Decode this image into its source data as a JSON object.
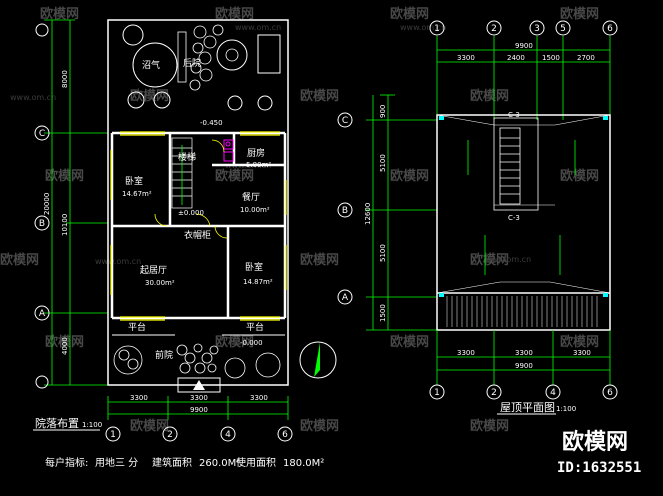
{
  "watermark": {
    "text": "欧模网",
    "url": "www.om.cn"
  },
  "brand": {
    "name": "欧模网",
    "id": "ID:1632551"
  },
  "site_plan": {
    "title": "院落布置",
    "scale": "1:100",
    "dims_top": [
      "3300",
      "3300",
      "3300"
    ],
    "dim_total": "9900",
    "dims_left": [
      "8000",
      "10100",
      "4000"
    ],
    "dim_left_total": "20000",
    "axes_bottom": [
      "1",
      "2",
      "4",
      "6"
    ],
    "axes_left": [
      "C",
      "B",
      "A"
    ],
    "rooms": [
      {
        "name": "厨房",
        "area": "5.80m²"
      },
      {
        "name": "卧室",
        "area": "14.67m²"
      },
      {
        "name": "餐厅",
        "area": "10.00m²"
      },
      {
        "name": "起居厅",
        "area": "30.00m²"
      },
      {
        "name": "卧室",
        "area": "14.87m²"
      },
      {
        "name": "平台",
        "area": ""
      },
      {
        "name": "平台",
        "area": ""
      },
      {
        "name": "衣帽柜",
        "area": ""
      },
      {
        "name": "楼梯",
        "area": ""
      },
      {
        "name": "前院",
        "area": ""
      },
      {
        "name": "后院",
        "area": ""
      },
      {
        "name": "沼气",
        "area": ""
      }
    ],
    "levels": [
      "-0.450",
      "±0.000",
      "-0.000"
    ]
  },
  "roof_plan": {
    "title": "屋顶平面图",
    "scale": "1:100",
    "dims_top": [
      "3300",
      "2400",
      "1500",
      "2700"
    ],
    "dim_top_total": "9900",
    "dims_bottom": [
      "3300",
      "3300",
      "3300"
    ],
    "dim_bottom_total": "9900",
    "dims_left": [
      "900",
      "5100",
      "5100",
      "1500"
    ],
    "dim_left_total": "12600",
    "axes_top": [
      "1",
      "2",
      "3",
      "5",
      "6"
    ],
    "axes_bottom": [
      "1",
      "2",
      "4",
      "6"
    ],
    "axes_left": [
      "C",
      "B",
      "A"
    ],
    "section_marks": [
      "C-3",
      "C-3"
    ]
  },
  "note": {
    "prefix": "每户指标:",
    "land": "用地三 分",
    "building_area_label": "建筑面积",
    "building_area": "260.0M²",
    "usable_area_label": "使用面积",
    "usable_area": "180.0M²"
  },
  "colors": {
    "background": "#000000",
    "wall": "#ffffff",
    "dimension": "#00ff00",
    "window": "#ffff00",
    "accent": "#ff00ff",
    "axis": "#00ffff"
  }
}
